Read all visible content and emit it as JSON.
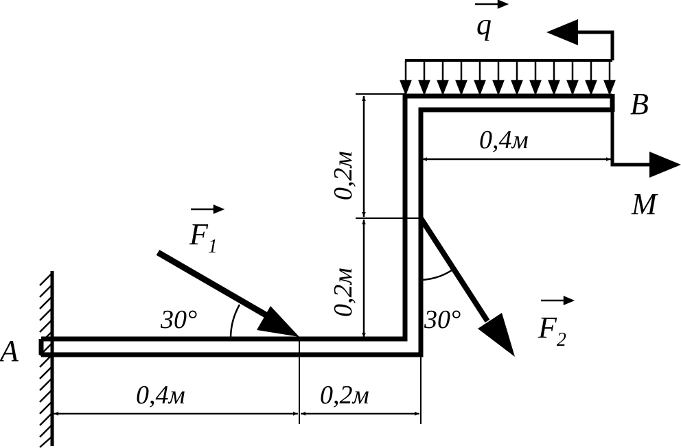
{
  "labels": {
    "point_a": "A",
    "point_b": "B",
    "moment": "M",
    "load_q": "q",
    "force_1": "F",
    "force_1_index": "1",
    "force_2": "F",
    "force_2_index": "2"
  },
  "angles": {
    "f1": "30°",
    "f2": "30°"
  },
  "dimensions": {
    "bottom_left": "0,4м",
    "bottom_right": "0,2м",
    "vertical_lower": "0,2м",
    "vertical_upper": "0,2м",
    "top": "0,4м"
  },
  "colors": {
    "ink": "#000000",
    "paper": "#ffffff"
  }
}
